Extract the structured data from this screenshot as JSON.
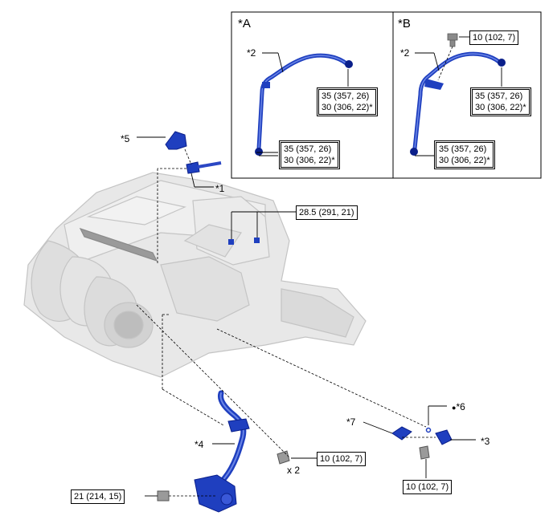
{
  "panels": {
    "a_label": "*A",
    "b_label": "*B"
  },
  "callouts": {
    "c1": "*1",
    "c2a": "*2",
    "c2b": "*2",
    "c3": "*3",
    "c4": "*4",
    "c5": "*5",
    "c6": "*6",
    "c7": "*7",
    "qty": "x 2"
  },
  "torques": {
    "a_upper_1": "35 (357, 26)",
    "a_upper_2": "30 (306, 22)*",
    "a_lower_1": "35 (357, 26)",
    "a_lower_2": "30 (306, 22)*",
    "b_bolt": "10 (102, 7)",
    "b_upper_1": "35 (357, 26)",
    "b_upper_2": "30 (306, 22)*",
    "b_lower_1": "35 (357, 26)",
    "b_lower_2": "30 (306, 22)*",
    "head_bolts": "28.5 (291, 21)",
    "pipe_bolt": "10 (102, 7)",
    "bracket_bolt": "10 (102, 7)",
    "lower_bolt": "21 (214, 15)"
  },
  "colors": {
    "part_blue": "#1f3fbf",
    "part_dark": "#0a1f8a",
    "engine_gray": "#c8c8c8",
    "engine_light": "#e9e9e9",
    "line": "#000000"
  },
  "symbols": {
    "non_reusable_dot": "●"
  }
}
